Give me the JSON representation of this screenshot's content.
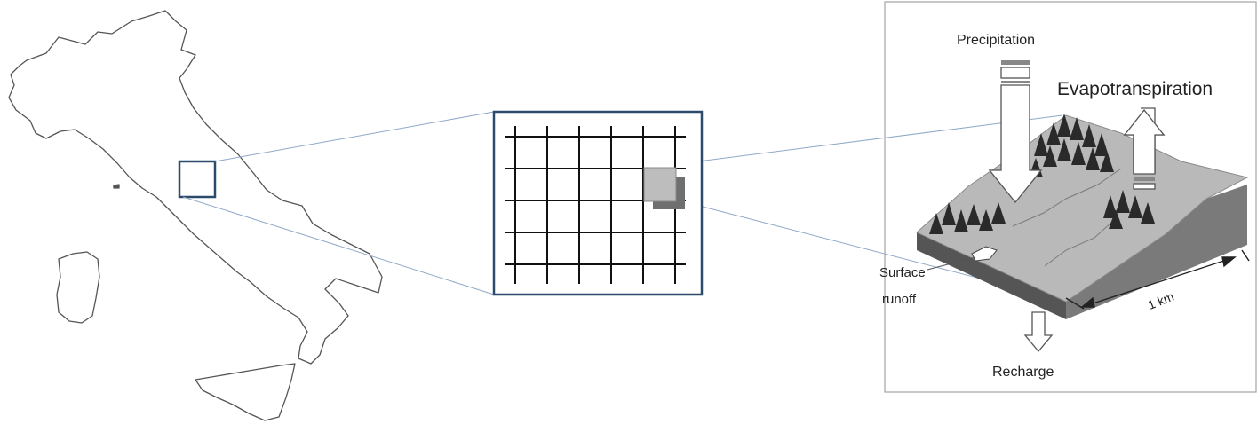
{
  "labels": {
    "precipitation": "Precipitation",
    "evapotranspiration": "Evapotranspiration",
    "surface": "Surface",
    "runoff": "runoff",
    "recharge": "Recharge",
    "distance": "1 km"
  },
  "colors": {
    "outline": "#555555",
    "frame": "#2c4a6b",
    "grid": "#111111",
    "zoom_line": "#8fa9c8",
    "cell": "#bdbdbd",
    "cell_shadow": "#6f6f6f",
    "terrain_top": "#b9b9b9",
    "terrain_front": "#555555",
    "terrain_side": "#7a7a7a",
    "tree": "#2a2a2a"
  },
  "grid": {
    "rows": 5,
    "cols": 6
  }
}
